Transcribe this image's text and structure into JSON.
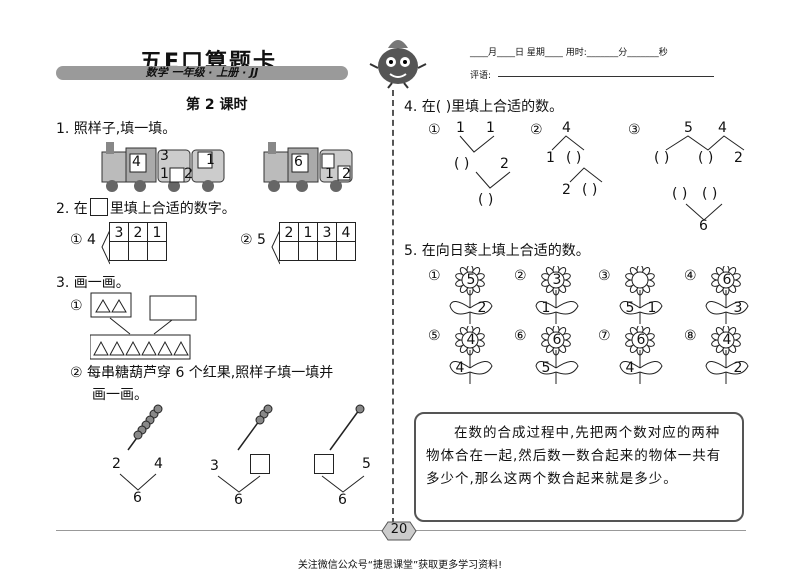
{
  "header": {
    "brand": "五E口算题卡",
    "subtitle": "数学 一年级 · 上册 · JJ",
    "date_line": "____月____日 星期____   用时:_______分_______秒",
    "review_label": "评语:"
  },
  "lesson": "第 2 课时",
  "q1": {
    "label": "1. 照样子,填一填。",
    "train1": [
      "4",
      "3",
      "1",
      "1",
      "2"
    ],
    "train2": [
      "6",
      "1",
      "2"
    ]
  },
  "q2": {
    "label_pre": "2. 在",
    "label_post": "里填上合适的数字。",
    "a": {
      "idx": "①",
      "num": "4",
      "top": [
        "3",
        "2",
        "1"
      ]
    },
    "b": {
      "idx": "②",
      "num": "5",
      "top": [
        "2",
        "1",
        "3",
        "4"
      ]
    }
  },
  "q3": {
    "label": "3. 画一画。",
    "i1": "①",
    "i2": "② 每串糖葫芦穿 6 个红果,照样子填一填并",
    "i2b": "画一画。",
    "trees": [
      {
        "l": "2",
        "r": "4",
        "b": "6"
      },
      {
        "l": "3",
        "r": "",
        "b": "6"
      },
      {
        "l": "",
        "r": "5",
        "b": "6"
      }
    ]
  },
  "q4": {
    "label": "4. 在(   )里填上合适的数。",
    "p1": {
      "idx": "①",
      "a": "1",
      "b": "1",
      "c": "2"
    },
    "p2": {
      "idx": "②",
      "a": "4",
      "b": "1",
      "c": "2"
    },
    "p3": {
      "idx": "③",
      "a": "5",
      "b": "4",
      "c": "2",
      "d": "6"
    },
    "blank": "(  )"
  },
  "q5": {
    "label": "5. 在向日葵上填上合适的数。",
    "flowers": [
      {
        "idx": "①",
        "top": "5",
        "left": "",
        "right": "2"
      },
      {
        "idx": "②",
        "top": "3",
        "left": "1",
        "right": ""
      },
      {
        "idx": "③",
        "top": "",
        "left": "5",
        "right": "1"
      },
      {
        "idx": "④",
        "top": "6",
        "left": "",
        "right": "3"
      },
      {
        "idx": "⑤",
        "top": "4",
        "left": "4",
        "right": ""
      },
      {
        "idx": "⑥",
        "top": "6",
        "left": "5",
        "right": ""
      },
      {
        "idx": "⑦",
        "top": "6",
        "left": "4",
        "right": ""
      },
      {
        "idx": "⑧",
        "top": "4",
        "left": "",
        "right": "2"
      }
    ]
  },
  "tip": "在数的合成过程中,先把两个数对应的两种物体合在一起,然后数一数合起来的物体一共有多少个,那么这两个数合起来就是多少。",
  "page_number": "20",
  "footer": "关注微信公众号“捷思课堂”获取更多学习资料!"
}
